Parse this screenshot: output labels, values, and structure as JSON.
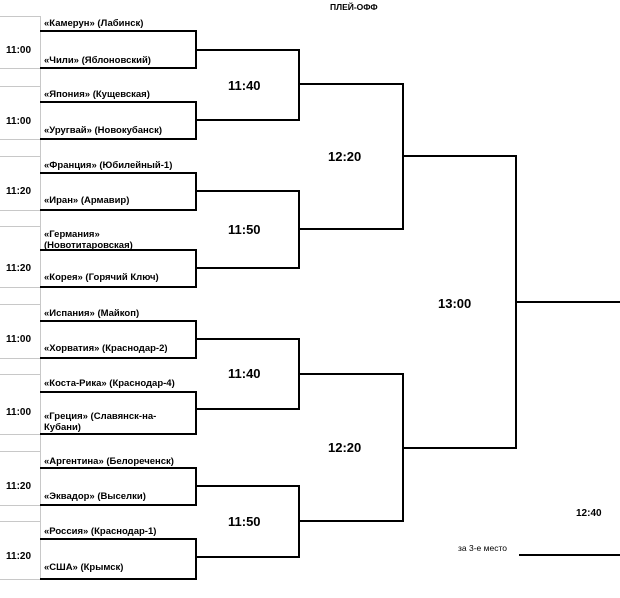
{
  "title": "ПЛЕЙ-ОФФ",
  "teams": [
    "«Камерун» (Лабинск)",
    "«Чили» (Яблоновский)",
    "«Япония» (Кущевская)",
    "«Уругвай» (Новокубанск)",
    "«Франция» (Юбилейный-1)",
    "«Иран» (Армавир)",
    "«Германия» (Новотитаровская)",
    "«Корея» (Горячий Ключ)",
    "«Испания» (Майкоп)",
    "«Хорватия» (Краснодар-2)",
    "«Коста-Рика» (Краснодар-4)",
    "«Греция» (Славянск-на-Кубани)",
    "«Аргентина» (Белореченск)",
    "«Эквадор» (Выселки)",
    "«Россия» (Краснодар-1)",
    "«США» (Крымск)"
  ],
  "r1_times": [
    "11:00",
    "11:00",
    "11:20",
    "11:20",
    "11:00",
    "11:00",
    "11:20",
    "11:20"
  ],
  "r2_times": [
    "11:40",
    "11:50",
    "11:40",
    "11:50"
  ],
  "sf_times": [
    "12:20",
    "12:20"
  ],
  "final_time": "13:00",
  "third_place_label": "за 3-е место",
  "third_place_time": "12:40"
}
